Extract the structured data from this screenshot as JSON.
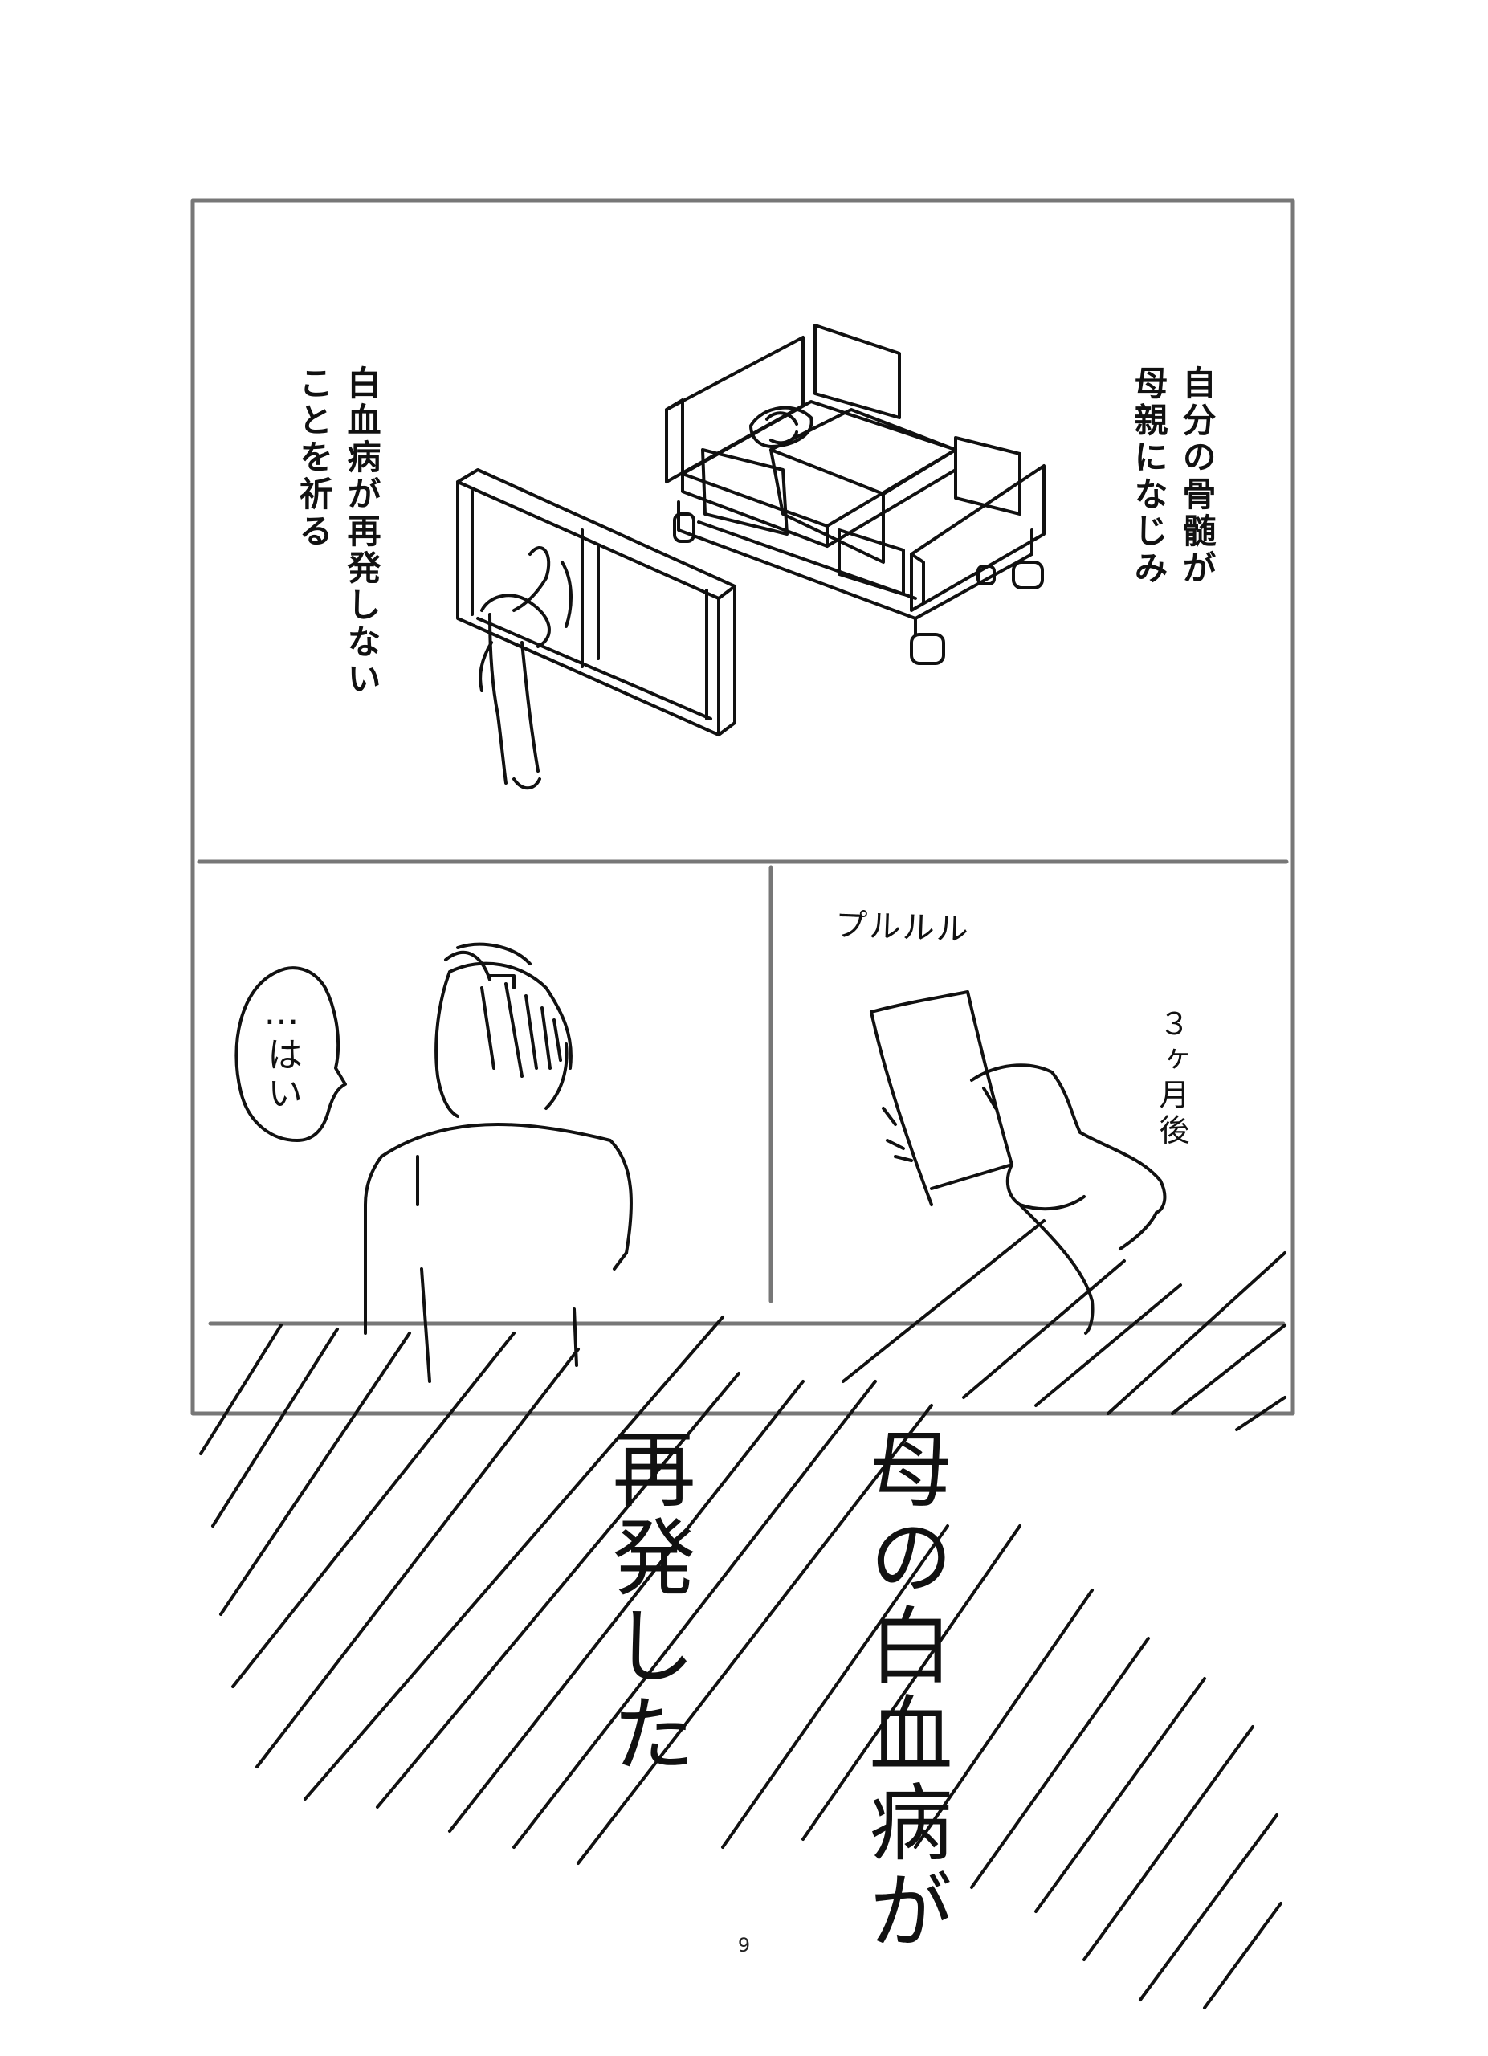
{
  "panels": {
    "top": {
      "caption_right": "自分の骨髄が\n母親になじみ",
      "caption_left": "白血病が再発しない\nことを祈る"
    },
    "middle_left": {
      "speech": "…はい"
    },
    "middle_right": {
      "sound_effect": "プルルル",
      "time_caption": "３ヶ月後"
    },
    "bottom": {
      "line1": "母の白血病が",
      "line2": "再発した"
    }
  },
  "page_number": "9",
  "colors": {
    "panel_border": "#777777",
    "ink": "#111111",
    "background": "#ffffff"
  }
}
